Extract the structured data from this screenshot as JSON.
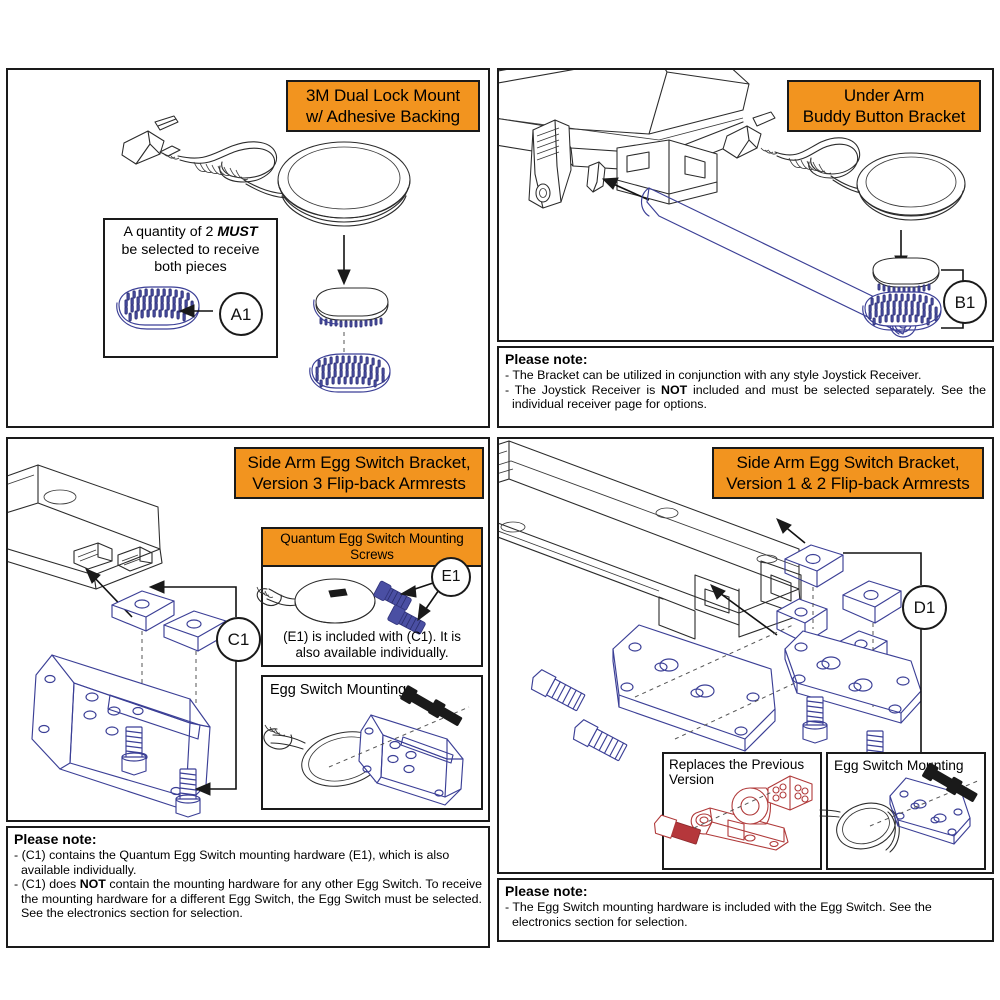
{
  "document": {
    "type": "exploded-parts-diagram-sheet",
    "colors": {
      "tag_orange": "#F2941F",
      "outline_black": "#1a1a1a",
      "part_blue": "#3b3f96",
      "part_red": "#b03a3a"
    }
  },
  "panels": {
    "top_left": {
      "tag": {
        "line1": "3M Dual Lock Mount",
        "line2": "w/ Adhesive Backing"
      },
      "must_box": {
        "line1_pre": "A quantity of 2 ",
        "line1_em": "MUST",
        "line2": "be selected to receive",
        "line3": "both pieces",
        "callout": "A1"
      }
    },
    "top_right": {
      "tag": {
        "line1": "Under Arm",
        "line2": "Buddy Button Bracket"
      },
      "callout": "B1",
      "note": {
        "title": "Please note:",
        "bullets": [
          "- The Bracket can be utilized in conjunction with any style Joystick Receiver.",
          "- The Joystick Receiver is NOT included and must be selected separately. See the individual receiver page for options."
        ],
        "bullet2_pre": "- The Joystick Receiver is ",
        "bullet2_bold": "NOT",
        "bullet2_post": " included and must be selected separately. See the individual receiver page for options."
      }
    },
    "bottom_left": {
      "tag": {
        "line1": "Side Arm Egg Switch Bracket,",
        "line2": "Version 3 Flip-back Armrests"
      },
      "callout": "C1",
      "screws_box": {
        "tag": {
          "line1": "Quantum Egg Switch Mounting",
          "line2": "Screws"
        },
        "callout": "E1",
        "caption_line1": "(E1) is included with (C1). It is",
        "caption_line2": "also available individually."
      },
      "mounting_box": {
        "title": "Egg Switch Mounting"
      },
      "note": {
        "title": "Please note:",
        "bullet1": "- (C1) contains the Quantum Egg Switch mounting hardware (E1), which is also available individually.",
        "bullet2_pre": "- (C1) does ",
        "bullet2_bold": "NOT",
        "bullet2_post": " contain the mounting hardware for any other Egg Switch. To receive the mounting hardware for a different Egg Switch, the Egg Switch must be selected. See the electronics section for selection."
      }
    },
    "bottom_right": {
      "tag": {
        "line1": "Side Arm Egg Switch Bracket,",
        "line2": "Version 1 & 2 Flip-back Armrests"
      },
      "callout": "D1",
      "replaces_box": {
        "title_line1": "Replaces the Previous",
        "title_line2": "Version"
      },
      "mounting_box": {
        "title": "Egg Switch Mounting"
      },
      "note": {
        "title": "Please note:",
        "bullet1": "- The Egg Switch mounting hardware is included with the Egg Switch. See the electronics section for selection."
      }
    }
  }
}
